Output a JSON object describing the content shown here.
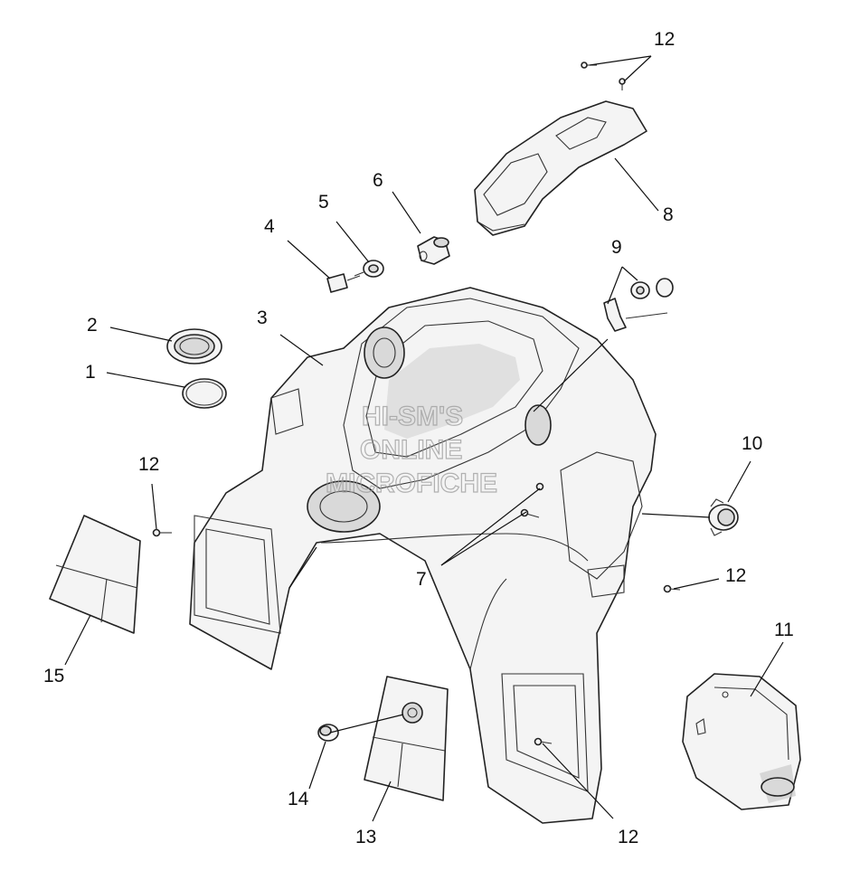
{
  "watermark": {
    "line1": "HI-SM'S",
    "line2": "ONLINE",
    "line3": "MICROFICHE"
  },
  "callouts": [
    {
      "id": "c1",
      "label": "1"
    },
    {
      "id": "c2",
      "label": "2"
    },
    {
      "id": "c3",
      "label": "3"
    },
    {
      "id": "c4",
      "label": "4"
    },
    {
      "id": "c5",
      "label": "5"
    },
    {
      "id": "c6",
      "label": "6"
    },
    {
      "id": "c7",
      "label": "7"
    },
    {
      "id": "c8",
      "label": "8"
    },
    {
      "id": "c9",
      "label": "9"
    },
    {
      "id": "c10",
      "label": "10"
    },
    {
      "id": "c11",
      "label": "11"
    },
    {
      "id": "c12a",
      "label": "12"
    },
    {
      "id": "c12b",
      "label": "12"
    },
    {
      "id": "c12c",
      "label": "12"
    },
    {
      "id": "c12d",
      "label": "12"
    },
    {
      "id": "c13",
      "label": "13"
    },
    {
      "id": "c14",
      "label": "14"
    },
    {
      "id": "c15",
      "label": "15"
    }
  ]
}
